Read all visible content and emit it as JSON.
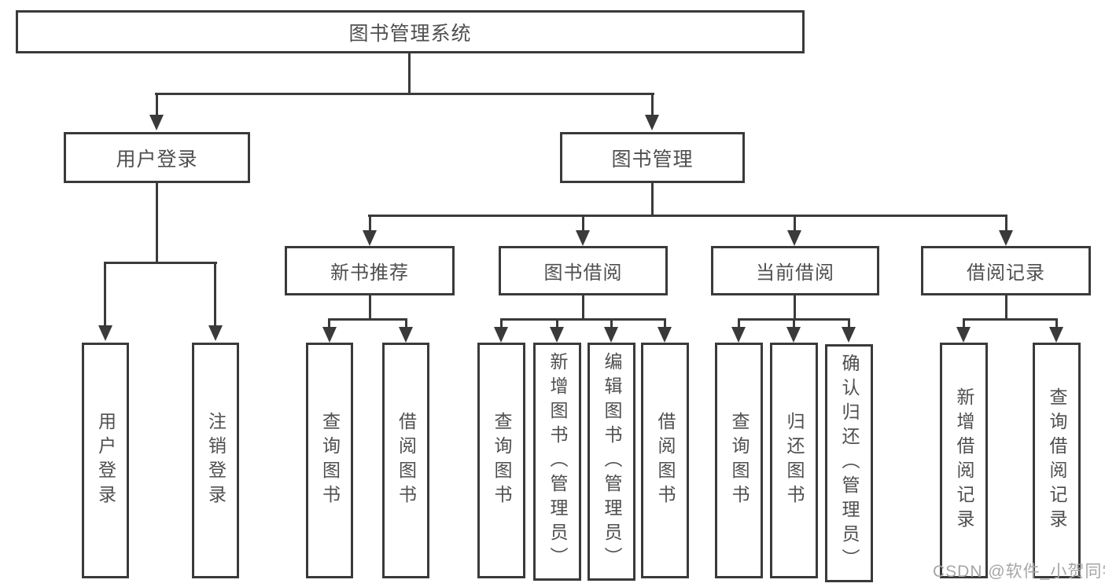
{
  "tree": {
    "label": "图书管理系统",
    "children": [
      {
        "label": "用户登录",
        "children": [
          {
            "label": "用户登录"
          },
          {
            "label": "注销登录"
          }
        ]
      },
      {
        "label": "图书管理",
        "children": [
          {
            "label": "新书推荐",
            "children": [
              {
                "label": "查询图书"
              },
              {
                "label": "借阅图书"
              }
            ]
          },
          {
            "label": "图书借阅",
            "children": [
              {
                "label": "查询图书"
              },
              {
                "label": "新增图书（管理员）"
              },
              {
                "label": "编辑图书（管理员）"
              },
              {
                "label": "借阅图书"
              }
            ]
          },
          {
            "label": "当前借阅",
            "children": [
              {
                "label": "查询图书"
              },
              {
                "label": "归还图书"
              },
              {
                "label": "确认归还（管理员）"
              }
            ]
          },
          {
            "label": "借阅记录",
            "children": [
              {
                "label": "新增借阅记录"
              },
              {
                "label": "查询借阅记录"
              }
            ]
          }
        ]
      }
    ]
  },
  "watermark": {
    "text": "CSDN @软件_小贺同学"
  },
  "colors": {
    "line": "#3a3a3a",
    "text": "#4f4f4f",
    "bg": "#ffffff",
    "watermark": "#a6a6a6"
  }
}
